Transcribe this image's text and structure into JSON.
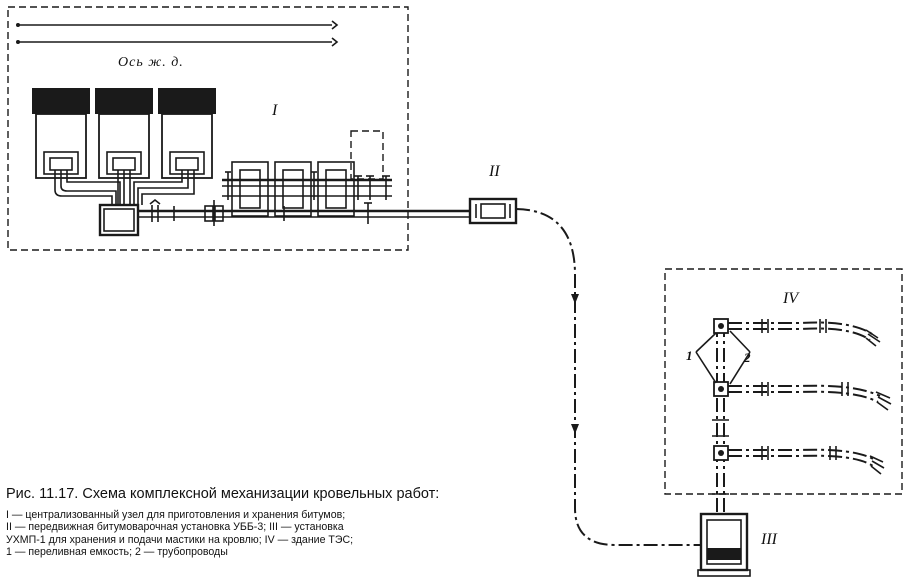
{
  "labels": {
    "zone_1": "I",
    "zone_2": "II",
    "zone_3": "III",
    "zone_4": "IV",
    "railway_axis": "Ось ж. д.",
    "callout_1": "1",
    "callout_2": "2"
  },
  "caption": {
    "title": "Рис. 11.17. Схема комплексной механизации кровельных работ:",
    "lines": [
      "I — централизованный узел для приготовления и хранения битумов;",
      "II — передвижная битумоварочная установка УББ-3; III — установка",
      "УХМП-1 для хранения и подачи мастики на кровлю; IV — здание ТЭС;",
      "1 — переливная емкость; 2 — трубопроводы"
    ]
  }
}
